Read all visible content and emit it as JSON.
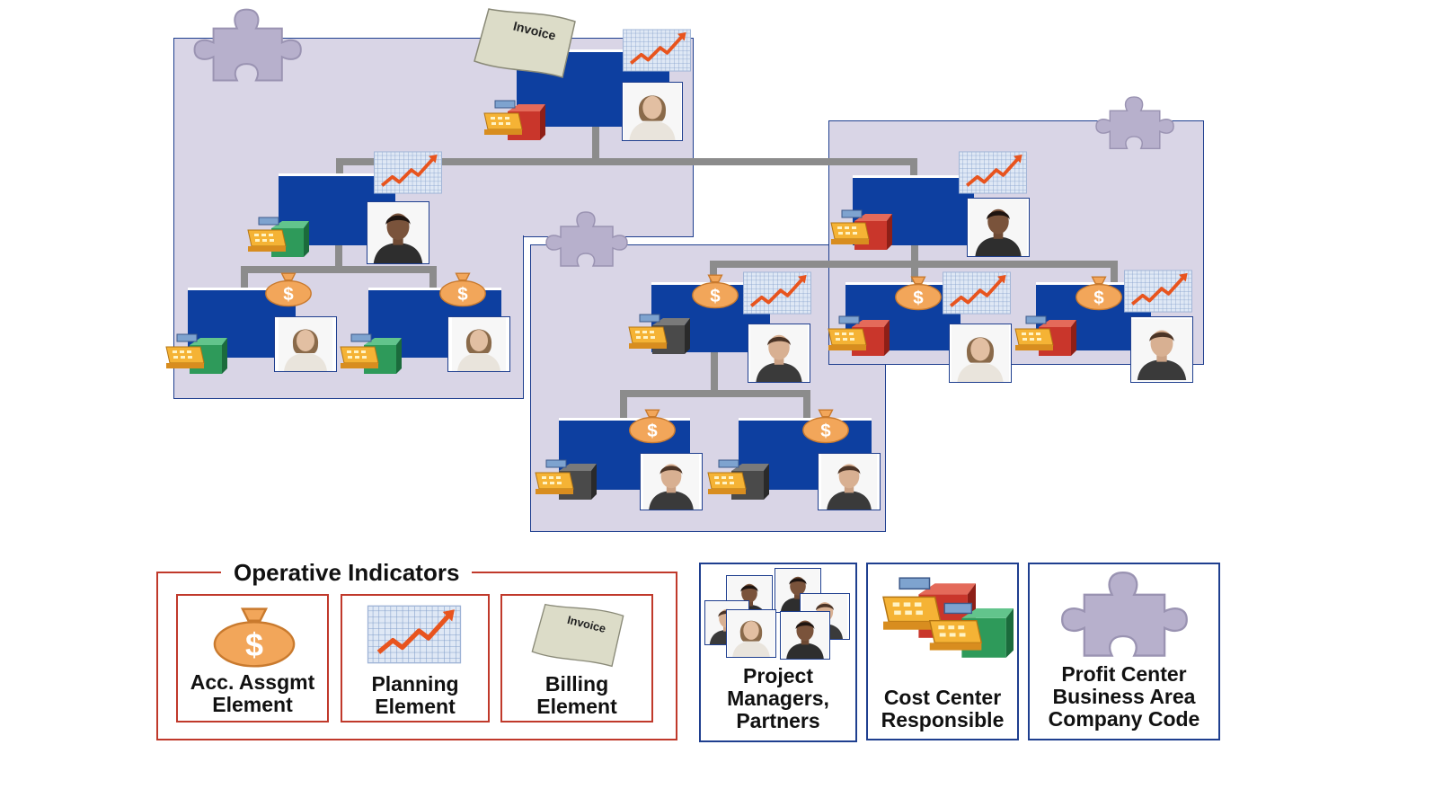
{
  "diagram": {
    "invoice_tag": "Invoice"
  },
  "legend": {
    "operative_indicators_title": "Operative Indicators",
    "acc_assgmt_label": "Acc. Assgmt\nElement",
    "planning_label": "Planning\nElement",
    "billing_label": "Billing\nElement",
    "billing_invoice_tag": "Invoice",
    "project_managers_label": "Project\nManagers,\nPartners",
    "cost_center_label": "Cost Center\nResponsible",
    "profit_center_label": "Profit Center\nBusiness Area\nCompany Code"
  },
  "colors": {
    "region_fill": "#d9d5e6",
    "region_border": "#1f3f8f",
    "wbs_blue": "#0d3fa0",
    "connector_gray": "#8c8c8c",
    "money_bag_orange": "#f2a65a",
    "trend_line_orange": "#e8541e",
    "legend_red": "#c0392b",
    "puzzle_purple": "#b7b0cc"
  }
}
